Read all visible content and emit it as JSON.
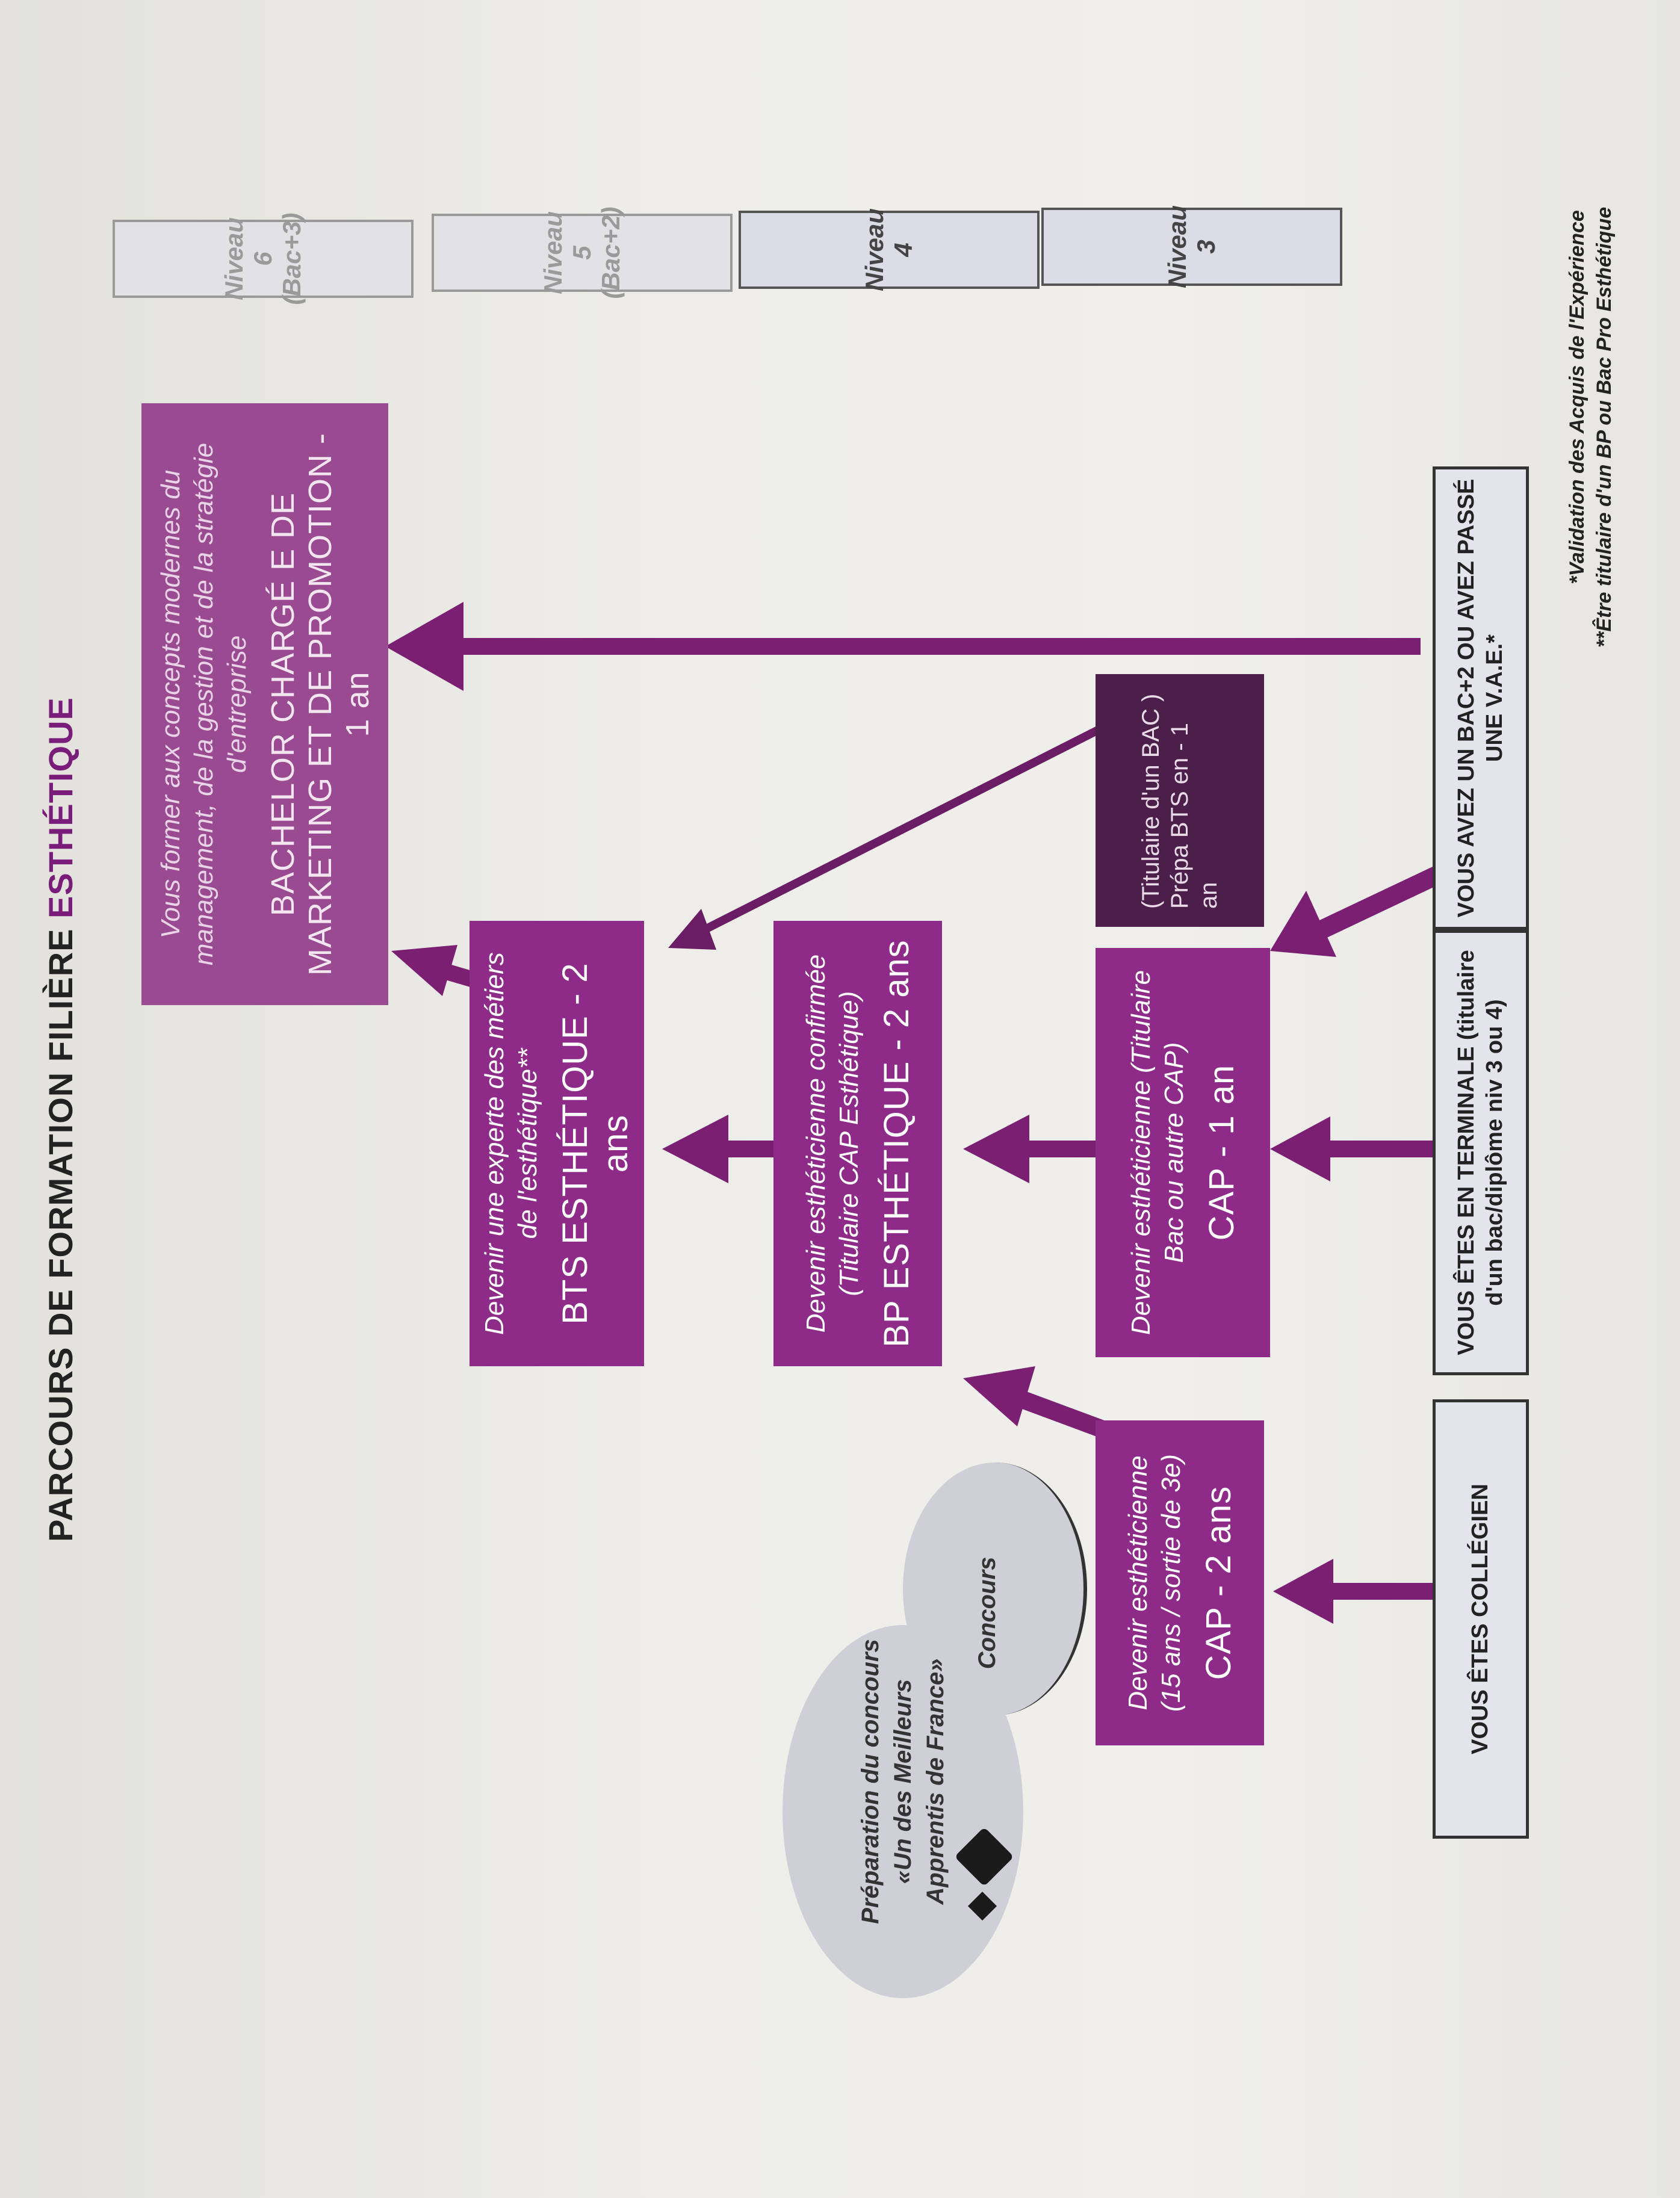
{
  "title": {
    "prefix": "PARCOURS DE FORMATION FILIÈRE ",
    "accent": "ESTHÉTIQUE"
  },
  "levels": [
    {
      "label": "Niveau 6 (Bac+3)",
      "faded": true
    },
    {
      "label": "Niveau 5 (Bac+2)",
      "faded": true
    },
    {
      "label": "Niveau 4",
      "faded": false
    },
    {
      "label": "Niveau 3",
      "faded": false
    }
  ],
  "boxes": {
    "bachelor": {
      "desc": "Vous former aux concepts modernes du management, de la gestion et de la stratégie d'entreprise",
      "name": "BACHELOR CHARGÉ E DE MARKETING ET DE PROMOTION - 1 an"
    },
    "bts": {
      "desc": "Devenir une experte des métiers de l'esthétique**",
      "name": "BTS ESTHÉTIQUE - 2 ans"
    },
    "bp": {
      "desc": "Devenir esthéticienne confirmée (Titulaire CAP Esthétique)",
      "name": "BP ESTHÉTIQUE - 2 ans"
    },
    "cap1": {
      "desc": "Devenir esthéticienne (Titulaire Bac ou autre CAP)",
      "name": "CAP - 1 an"
    },
    "cap2": {
      "desc": "Devenir esthéticienne (15 ans / sortie de 3e)",
      "name": "CAP - 2 ans"
    },
    "prepa": {
      "desc": "(Titulaire d'un BAC ) Prépa BTS en - 1 an"
    }
  },
  "entries": {
    "bac2": "VOUS AVEZ UN BAC+2 OU AVEZ PASSÉ UNE V.A.E.*",
    "terminale": "VOUS ÊTES EN TERMINALE (titulaire d'un bac/diplôme niv 3 ou 4)",
    "college": "VOUS ÊTES COLLÉGIEN"
  },
  "contest": {
    "prep": "Préparation du concours «Un des Meilleurs Apprentis de France»",
    "label": "Concours"
  },
  "footnotes": [
    "*Validation des Acquis de l'Expérience",
    "**Être titulaire d'un BP ou Bac Pro Esthétique"
  ],
  "colors": {
    "box": "#8e2a88",
    "box_dark": "#4c1f4a",
    "arrow": "#7a1f72",
    "entry_bg": "#e4e4ec"
  }
}
